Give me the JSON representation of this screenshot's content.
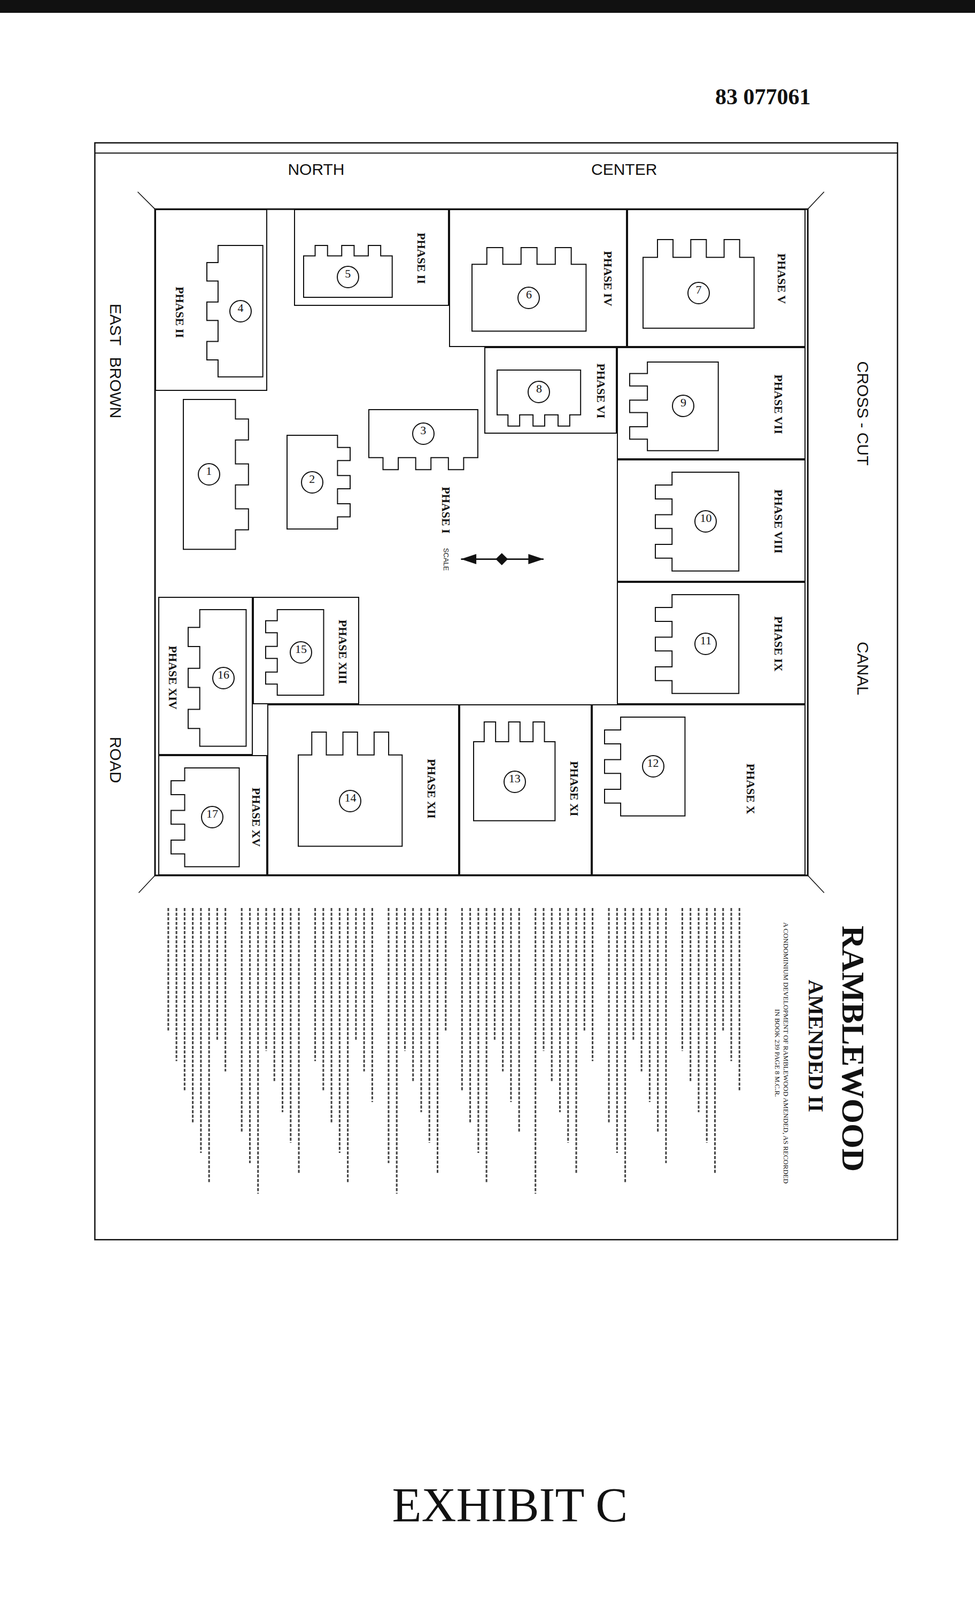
{
  "diagram": {
    "title": "RAMBLEWOOD",
    "caption": "EXHIBIT C",
    "nodes": [
      {
        "text": [
          "PHASE II"
        ]
      },
      {
        "text": [
          "4"
        ],
        "in": 0
      },
      {
        "text": [
          "PHASE II"
        ]
      },
      {
        "text": [
          "5"
        ],
        "in": 2
      },
      {
        "text": [
          "PHASE IV"
        ]
      },
      {
        "text": [
          "6"
        ],
        "in": 4
      },
      {
        "text": [
          "PHASE V"
        ]
      },
      {
        "text": [
          "7"
        ],
        "in": 6
      },
      {
        "text": [
          "PHASE I"
        ]
      },
      {
        "text": [
          "1"
        ],
        "in": 8
      },
      {
        "text": [
          "2"
        ],
        "in": 8
      },
      {
        "text": [
          "3"
        ],
        "in": 8
      },
      {
        "text": [
          "PHASE VI"
        ]
      },
      {
        "text": [
          "8"
        ],
        "in": 12
      },
      {
        "text": [
          "PHASE VII"
        ]
      },
      {
        "text": [
          "9"
        ],
        "in": 14
      },
      {
        "text": [
          "PHASE VIII"
        ]
      },
      {
        "text": [
          "10"
        ],
        "in": 16
      },
      {
        "text": [
          "PHASE IX"
        ]
      },
      {
        "text": [
          "11"
        ],
        "in": 18
      },
      {
        "text": [
          "PHASE XIII"
        ]
      },
      {
        "text": [
          "15"
        ],
        "in": 20
      },
      {
        "text": [
          "PHASE XIV"
        ]
      },
      {
        "text": [
          "16"
        ],
        "in": 22
      },
      {
        "text": [
          "PHASE XV"
        ]
      },
      {
        "text": [
          "17"
        ],
        "in": 24
      },
      {
        "text": [
          "PHASE XII"
        ]
      },
      {
        "text": [
          "14"
        ],
        "in": 26
      },
      {
        "text": [
          "PHASE XI"
        ]
      },
      {
        "text": [
          "13"
        ],
        "in": 28
      },
      {
        "text": [
          "PHASE X"
        ]
      },
      {
        "text": [
          "12"
        ],
        "in": 30
      }
    ],
    "labels": [
      "83 077061",
      "NORTH",
      "CENTER",
      "EAST",
      "BROWN",
      "ROAD",
      "CROSS - CUT",
      "CANAL",
      "AMENDED II",
      "A CONDOMINIUM DEVELOPMENT OF RAMBLEWOOD AMENDED, AS RECORDED IN BOOK 239 PAGE 8 M.C.R.",
      "SCALE"
    ]
  }
}
